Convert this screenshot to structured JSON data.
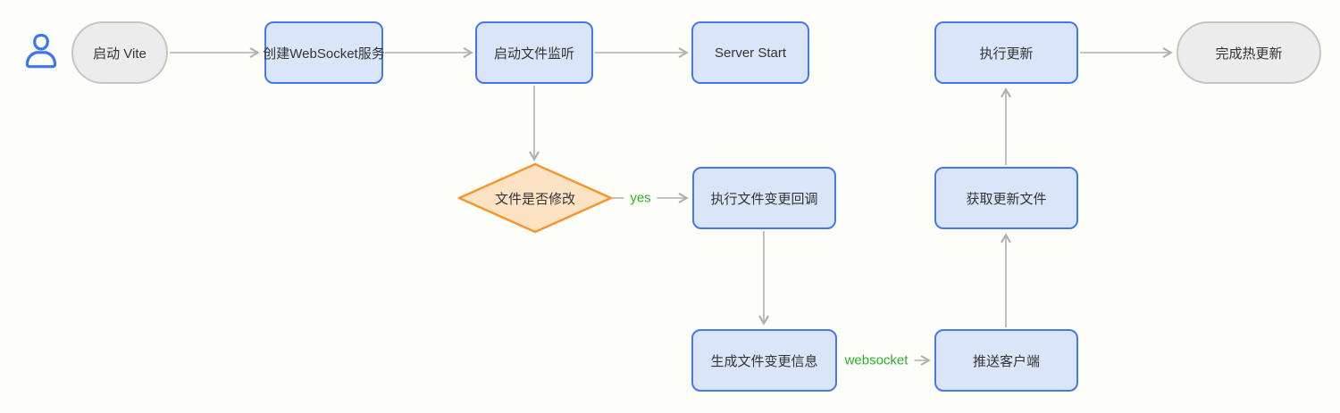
{
  "colors": {
    "canvas-bg": "#fdfdfa",
    "node-fill": "#dbe5fa",
    "node-border": "#4478eb",
    "terminal-fill": "#ececec",
    "terminal-border": "#c5c5c5",
    "decision-fill": "#fbe3c4",
    "decision-border": "#f7962d",
    "edge": "#b0b0b0",
    "edge-label-color": "#2daf2d",
    "text": "#333333",
    "user-color": "#3b76ee"
  },
  "icons": {
    "user": "user-icon"
  },
  "nodes": {
    "start": {
      "label": "启动 Vite",
      "shape": "stadium"
    },
    "create_ws": {
      "label": "创建WebSocket服务",
      "shape": "rect"
    },
    "watch": {
      "label": "启动文件监听",
      "shape": "rect"
    },
    "server_start": {
      "label": "Server Start",
      "shape": "rect"
    },
    "decision": {
      "label": "文件是否修改",
      "shape": "diamond"
    },
    "callback": {
      "label": "执行文件变更回调",
      "shape": "rect"
    },
    "gen_info": {
      "label": "生成文件变更信息",
      "shape": "rect"
    },
    "push_client": {
      "label": "推送客户端",
      "shape": "rect"
    },
    "fetch_files": {
      "label": "获取更新文件",
      "shape": "rect"
    },
    "do_update": {
      "label": "执行更新",
      "shape": "rect"
    },
    "done": {
      "label": "完成热更新",
      "shape": "stadium"
    }
  },
  "edges": [
    {
      "from": "start",
      "to": "create_ws",
      "label": ""
    },
    {
      "from": "create_ws",
      "to": "watch",
      "label": ""
    },
    {
      "from": "watch",
      "to": "server_start",
      "label": ""
    },
    {
      "from": "watch",
      "to": "decision",
      "label": ""
    },
    {
      "from": "decision",
      "to": "callback",
      "label": "yes"
    },
    {
      "from": "callback",
      "to": "gen_info",
      "label": ""
    },
    {
      "from": "gen_info",
      "to": "push_client",
      "label": "websocket"
    },
    {
      "from": "push_client",
      "to": "fetch_files",
      "label": ""
    },
    {
      "from": "fetch_files",
      "to": "do_update",
      "label": ""
    },
    {
      "from": "do_update",
      "to": "done",
      "label": ""
    }
  ]
}
